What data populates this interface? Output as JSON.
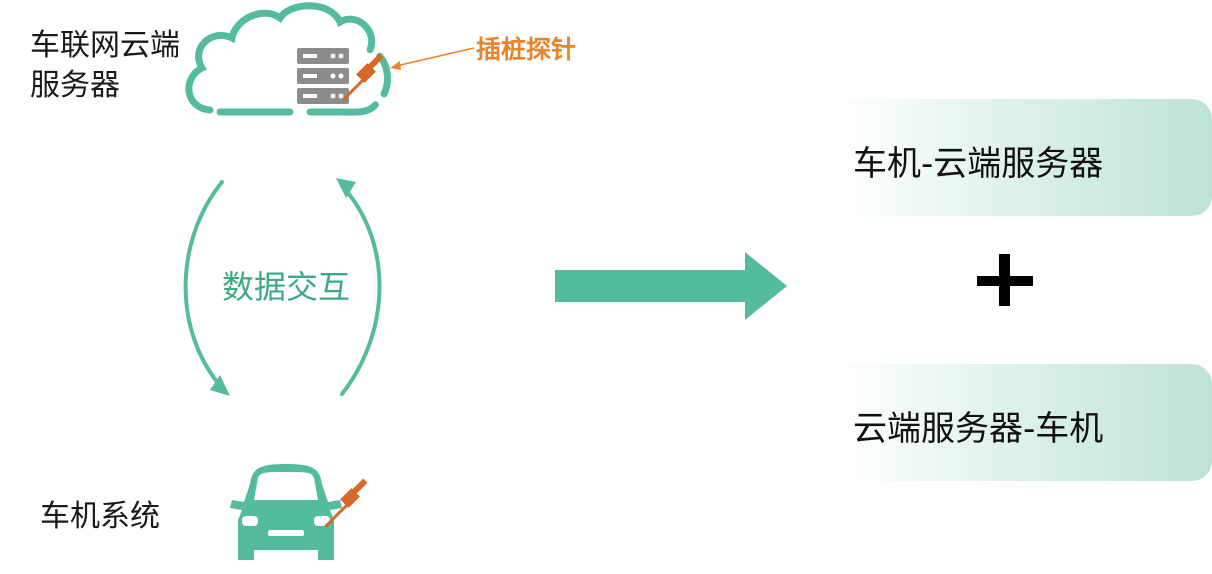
{
  "nodes": {
    "cloud_server": {
      "label": "车联网云端服务器"
    },
    "probe": {
      "label": "插桩探针"
    },
    "exchange": {
      "label": "数据交互"
    },
    "car_system": {
      "label": "车机系统"
    }
  },
  "results": [
    {
      "label": "车机-云端服务器"
    },
    {
      "label": "云端服务器-车机"
    }
  ],
  "colors": {
    "teal": "#55bb9f",
    "teal_text": "#3fa885",
    "orange": "#e8842b",
    "probe_pin": "#d4692a",
    "server_gray": "#8c8c8c",
    "box_tint": "#bde3d6"
  },
  "icons": [
    "cloud-icon",
    "server-icon",
    "pushpin-icon",
    "car-icon",
    "plus-icon",
    "right-arrow-icon"
  ]
}
